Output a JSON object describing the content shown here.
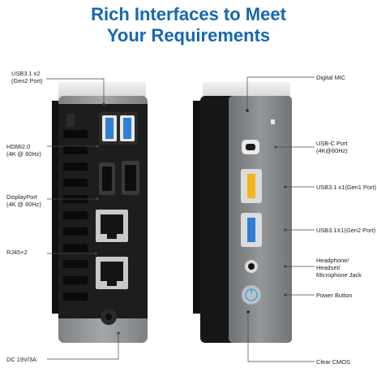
{
  "title": {
    "line1": "Rich Interfaces to Meet",
    "line2": "Your Requirements"
  },
  "left_labels": {
    "usb31_line1": "USB3.1 x2",
    "usb31_line2": "(Gen2 Port)",
    "hdmi_line1": "HDMI2.0",
    "hdmi_line2": "(4K @ 60Hz)",
    "dp_line1": "DisplayPort",
    "dp_line2": "(4K @ 60Hz)",
    "rj45": "RJ45×2",
    "dc": "DC 19V/3A"
  },
  "right_labels": {
    "mic": "Digital MIC",
    "usbc_line1": "USB-C Port",
    "usbc_line2": "(4K@60Hz)",
    "usb_gen1": "USB3.1 x1(Gen1 Port)",
    "usb_gen2": "USB3.1X1(Gen2 Port)",
    "jack_line1": "Headphone/",
    "jack_line2": "Headset/",
    "jack_line3": "Microphone Jack",
    "power": "Power Button",
    "cmos": "Clear CMOS"
  },
  "colors": {
    "title": "#1667b2",
    "chassis": "#8a8d90",
    "black_panel": "#1b1b1b",
    "usb_blue": "#2f7fd6",
    "usb_yellow": "#f2b51c",
    "power_led": "#3fa8e0"
  }
}
